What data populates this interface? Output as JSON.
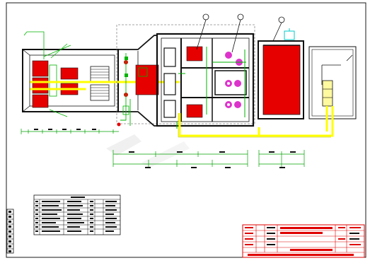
{
  "colors": {
    "frame": "#1a1a1a",
    "wall": "#111111",
    "pipe_green": "#00b400",
    "pipe_yellow": "#ffff00",
    "equipment_red": "#e60000",
    "pump_magenta": "#dd33cc",
    "cyan": "#00c8c8",
    "dim_line": "#00a000",
    "titleblock_red": "#e00000",
    "watermark": "#e4e4e4"
  },
  "icons": [
    "pump-icon",
    "valve-icon",
    "leader-bubble-icon",
    "tank-icon",
    "screen-grating-icon"
  ],
  "legend_table": {
    "title": "",
    "rows": 8,
    "columns": 5
  },
  "title_block": {
    "rows": 5,
    "columns": 6
  },
  "left_margin_strip": {
    "cells": 9
  }
}
